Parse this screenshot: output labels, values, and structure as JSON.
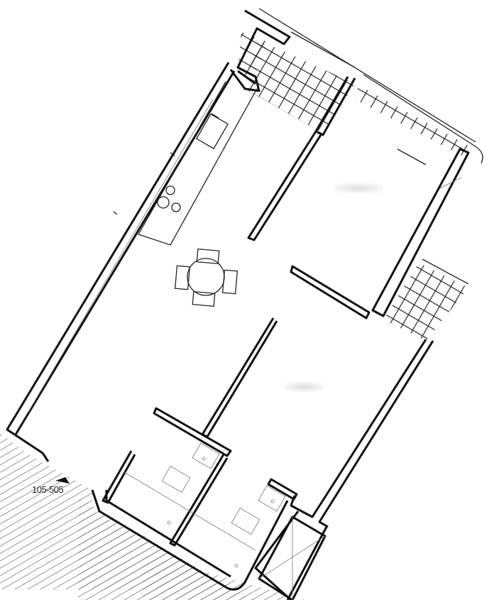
{
  "diagram": {
    "type": "architectural-floor-plan",
    "unit_label": "105-505",
    "rooms": [
      {
        "name": "living-dining",
        "furniture": [
          "round-table",
          "4-chairs"
        ]
      },
      {
        "name": "kitchen-counter",
        "fixtures": [
          "sink",
          "cooktop"
        ]
      },
      {
        "name": "bedroom"
      },
      {
        "name": "second-room"
      },
      {
        "name": "bathroom-1",
        "fixtures": [
          "toilet",
          "basin"
        ]
      },
      {
        "name": "bathroom-2",
        "fixtures": [
          "toilet",
          "basin"
        ]
      },
      {
        "name": "shaft"
      }
    ],
    "balconies": [
      "balcony-north",
      "balcony-east"
    ],
    "colors": {
      "line": "#111111",
      "background": "#ffffff"
    }
  }
}
